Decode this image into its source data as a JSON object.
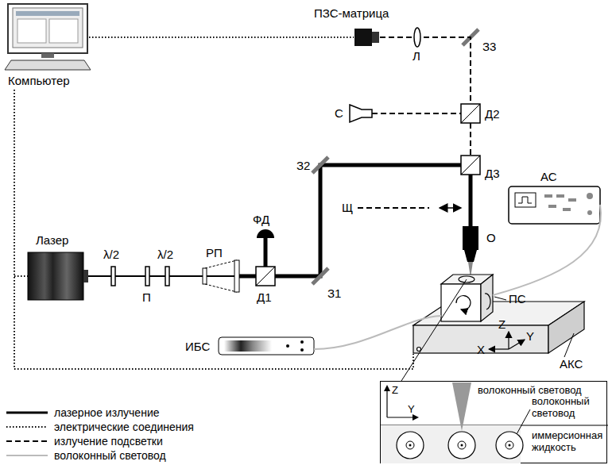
{
  "diagram": {
    "nodes": [
      {
        "text": [
          "Z",
          "Y",
          "волоконный световод",
          "волоконный световод",
          "иммерсионная жидкость"
        ]
      }
    ],
    "labels": [
      "ПЗС-матрица",
      "Компьютер",
      "З3",
      "Л",
      "С",
      "Д2",
      "Д3",
      "З2",
      "ФД",
      "АС",
      "Щ",
      "О",
      "Лазер",
      "λ/2",
      "λ/2",
      "П",
      "РП",
      "Д1",
      "З1",
      "ПС",
      "ИБС",
      "Z",
      "Y",
      "X",
      "АКС"
    ],
    "legend": [
      {
        "text": "лазерное излучение"
      },
      {
        "text": "электрические соединения"
      },
      {
        "text": "излучение подсветки"
      },
      {
        "text": "волоконный световод"
      }
    ]
  }
}
